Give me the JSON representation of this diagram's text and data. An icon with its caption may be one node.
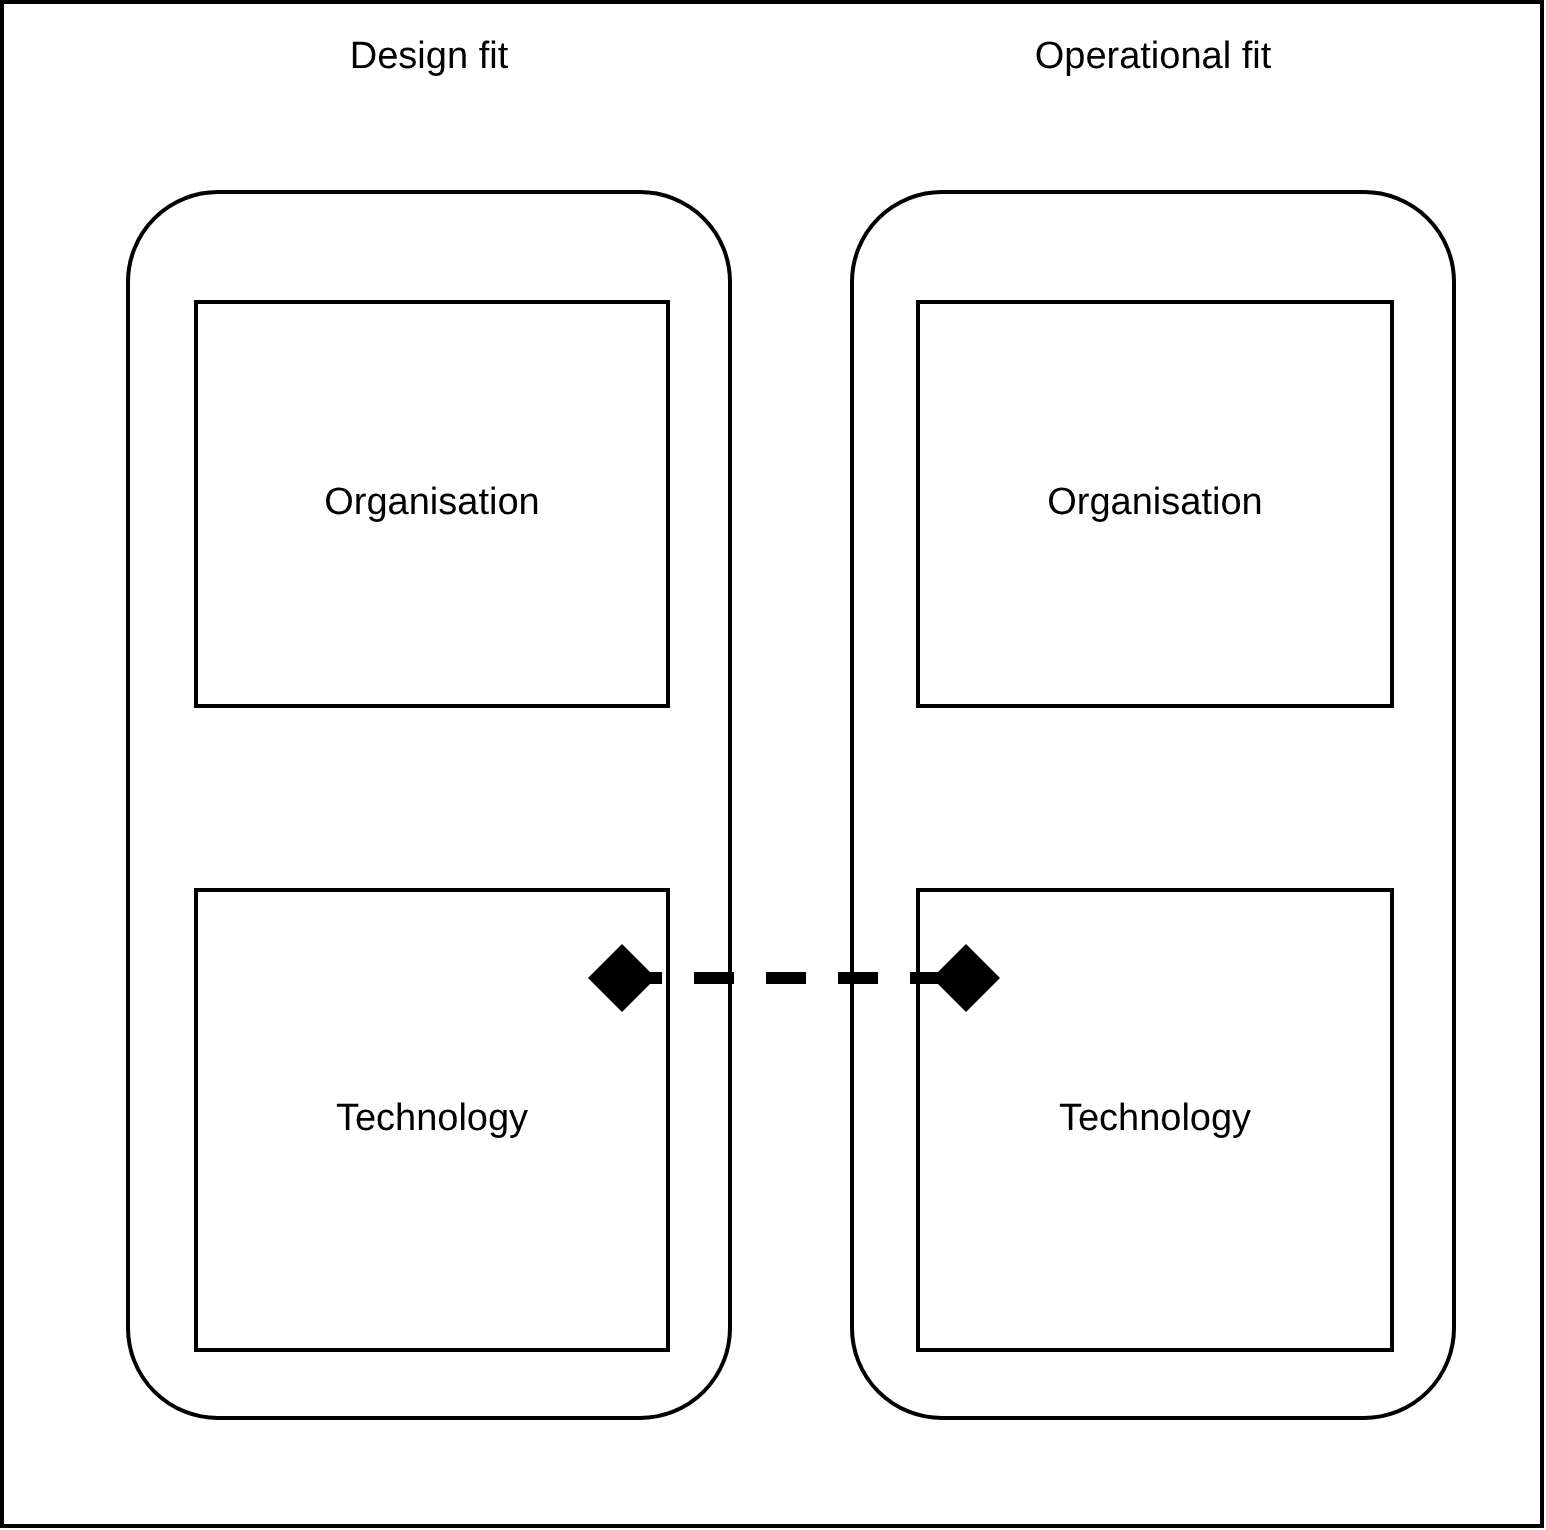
{
  "diagram": {
    "nodes": [
      {
        "text": [
          "Design fit"
        ]
      },
      {
        "text": [
          "Organisation"
        ],
        "in": 0
      },
      {
        "text": [
          "Technology"
        ],
        "in": 0
      },
      {
        "text": [
          "Operational fit"
        ]
      },
      {
        "text": [
          "Organisation"
        ],
        "in": 3
      },
      {
        "text": [
          "Technology"
        ],
        "in": 3
      }
    ],
    "edges": [
      {
        "from": 2,
        "to": 5,
        "arrow": "other",
        "style": "dashed"
      }
    ]
  }
}
